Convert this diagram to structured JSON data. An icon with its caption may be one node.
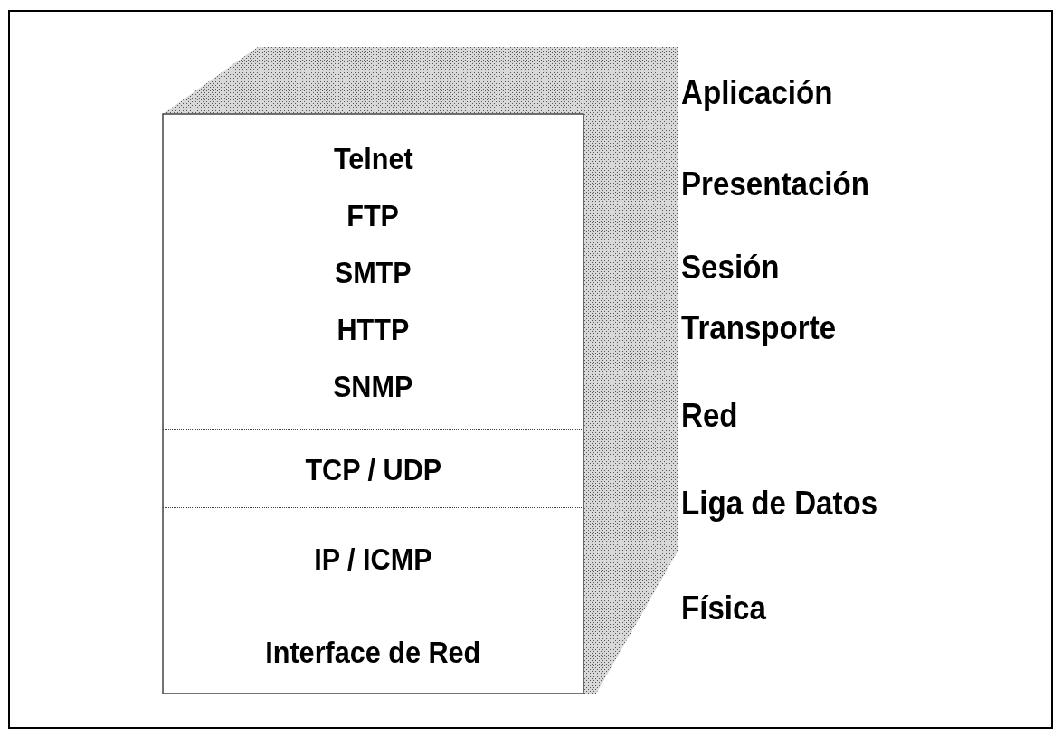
{
  "diagram": {
    "nodes": [
      {
        "text": [
          "Telnet",
          "FTP",
          "SMTP",
          "HTTP",
          "SNMP"
        ]
      },
      {
        "text": [
          "TCP / UDP"
        ]
      },
      {
        "text": [
          "IP / ICMP"
        ]
      },
      {
        "text": [
          "Interface de Red"
        ]
      }
    ],
    "labels": [
      "Aplicación",
      "Presentación",
      "Sesión",
      "Transporte",
      "Red",
      "Liga de Datos",
      "Física"
    ]
  }
}
